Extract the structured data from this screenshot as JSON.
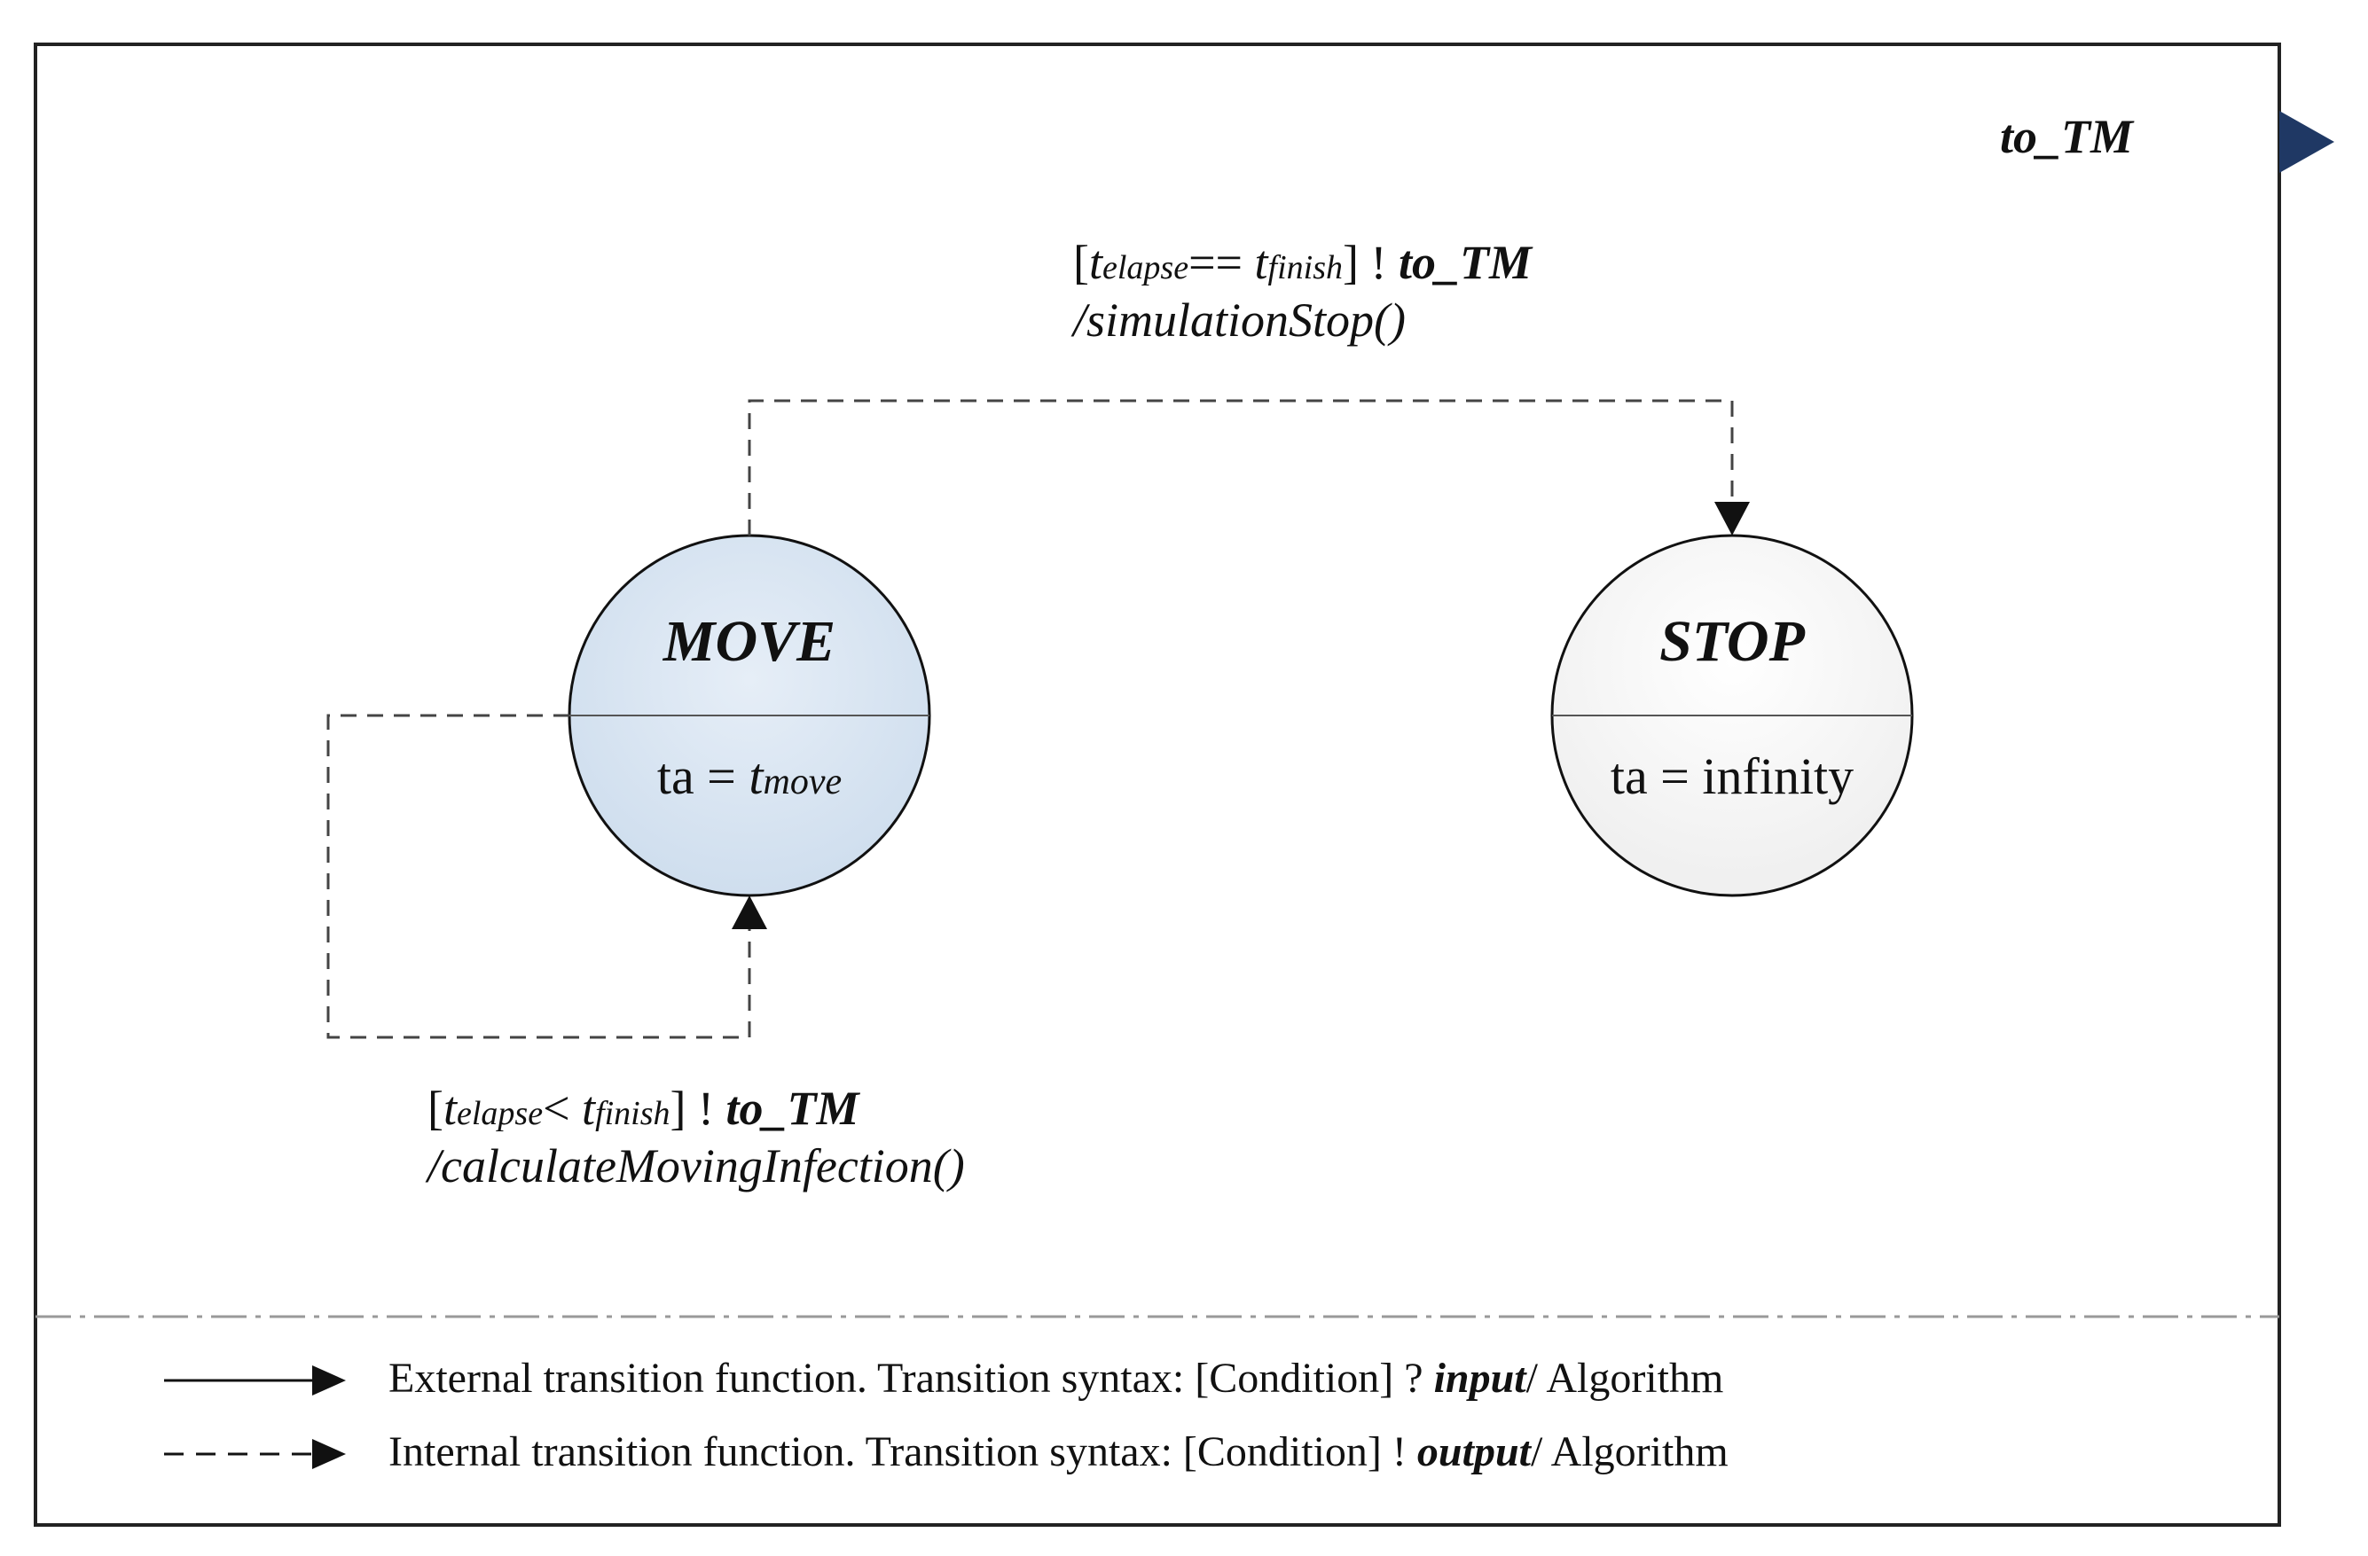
{
  "model": {
    "output_port": "to_TM"
  },
  "states": {
    "move": {
      "name": "MOVE",
      "ta_prefix": "ta = ",
      "ta_t": "t",
      "ta_sub": "move",
      "fill": "#dbe6f2"
    },
    "stop": {
      "name": "STOP",
      "ta_text": "ta = infinity",
      "fill": "#ffffff"
    }
  },
  "transitions": {
    "move_to_stop": {
      "open": "[",
      "t1": "t",
      "sub1": "elapse",
      "op": "==",
      "t2": "t",
      "sub2": "finish",
      "close_out": "] ! ",
      "output": "to_TM",
      "algorithm": "/simulationStop()"
    },
    "move_self": {
      "open": "[",
      "t1": "t",
      "sub1": "elapse",
      "op": "<",
      "t2": "t",
      "sub2": "finish",
      "close_out": "] ! ",
      "output": "to_TM",
      "algorithm": "/calculateMovingInfection()"
    }
  },
  "legend": {
    "external": {
      "prefix": "External transition function. Transition syntax:  [Condition] ? ",
      "keyword": "input",
      "suffix": "/ Algorithm"
    },
    "internal": {
      "prefix": "Internal transition function. Transition syntax:  [Condition] ! ",
      "keyword": "output",
      "suffix": "/ Algorithm"
    }
  },
  "colors": {
    "port_arrow": "#1f3864",
    "frame": "#222222",
    "move_fill": "#dbe6f2"
  }
}
